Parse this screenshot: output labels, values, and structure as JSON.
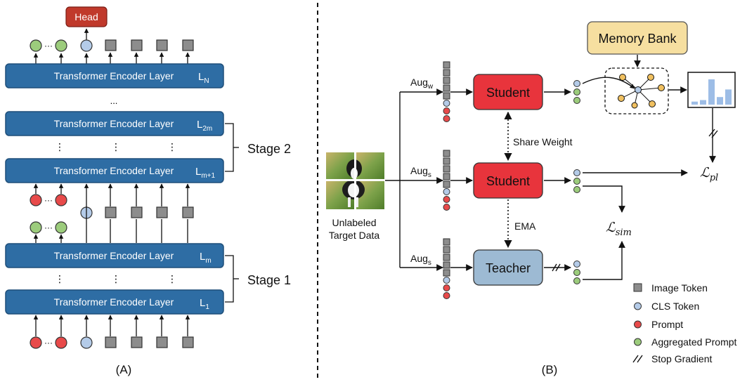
{
  "colors": {
    "encoder_fill": "#2e6da4",
    "encoder_stroke": "#1f4f7a",
    "head_fill": "#c0392b",
    "student_fill": "#e8343c",
    "teacher_fill": "#9dbad3",
    "memory_fill": "#f6dfa0",
    "token_green": "#9ccc7c",
    "token_blue": "#b4cbe8",
    "token_red": "#e84a4a",
    "token_gray": "#8d8d8d",
    "bar_blue": "#9dbde6"
  },
  "panel_a": {
    "label": "(A)",
    "head": "Head",
    "encoder_title": "Transformer Encoder Layer",
    "layers": [
      {
        "name": "L",
        "sub": "N"
      },
      {
        "name": "L",
        "sub": "2m"
      },
      {
        "name": "L",
        "sub": "m+1"
      },
      {
        "name": "L",
        "sub": "m"
      },
      {
        "name": "L",
        "sub": "1"
      }
    ],
    "ellipsis": "...",
    "stage2": "Stage 2",
    "stage1": "Stage 1"
  },
  "panel_b": {
    "label": "(B)",
    "memory_bank": "Memory Bank",
    "student": "Student",
    "teacher": "Teacher",
    "share_weight": "Share Weight",
    "ema": "EMA",
    "aug_w": {
      "base": "Aug",
      "sub": "w"
    },
    "aug_s": {
      "base": "Aug",
      "sub": "s"
    },
    "data_caption": [
      "Unlabeled",
      "Target Data"
    ],
    "loss_pl": {
      "base": "ℒ",
      "sub": "pl"
    },
    "loss_sim": {
      "base": "ℒ",
      "sub": "sim"
    },
    "histogram": [
      0.12,
      0.18,
      1.0,
      0.3,
      0.6
    ],
    "legend": [
      {
        "icon": "image-token-icon",
        "label": "Image Token"
      },
      {
        "icon": "cls-token-icon",
        "label": "CLS Token"
      },
      {
        "icon": "prompt-icon",
        "label": "Prompt"
      },
      {
        "icon": "aggregated-prompt-icon",
        "label": "Aggregated Prompt"
      },
      {
        "icon": "stop-gradient-icon",
        "label": "Stop Gradient"
      }
    ]
  }
}
